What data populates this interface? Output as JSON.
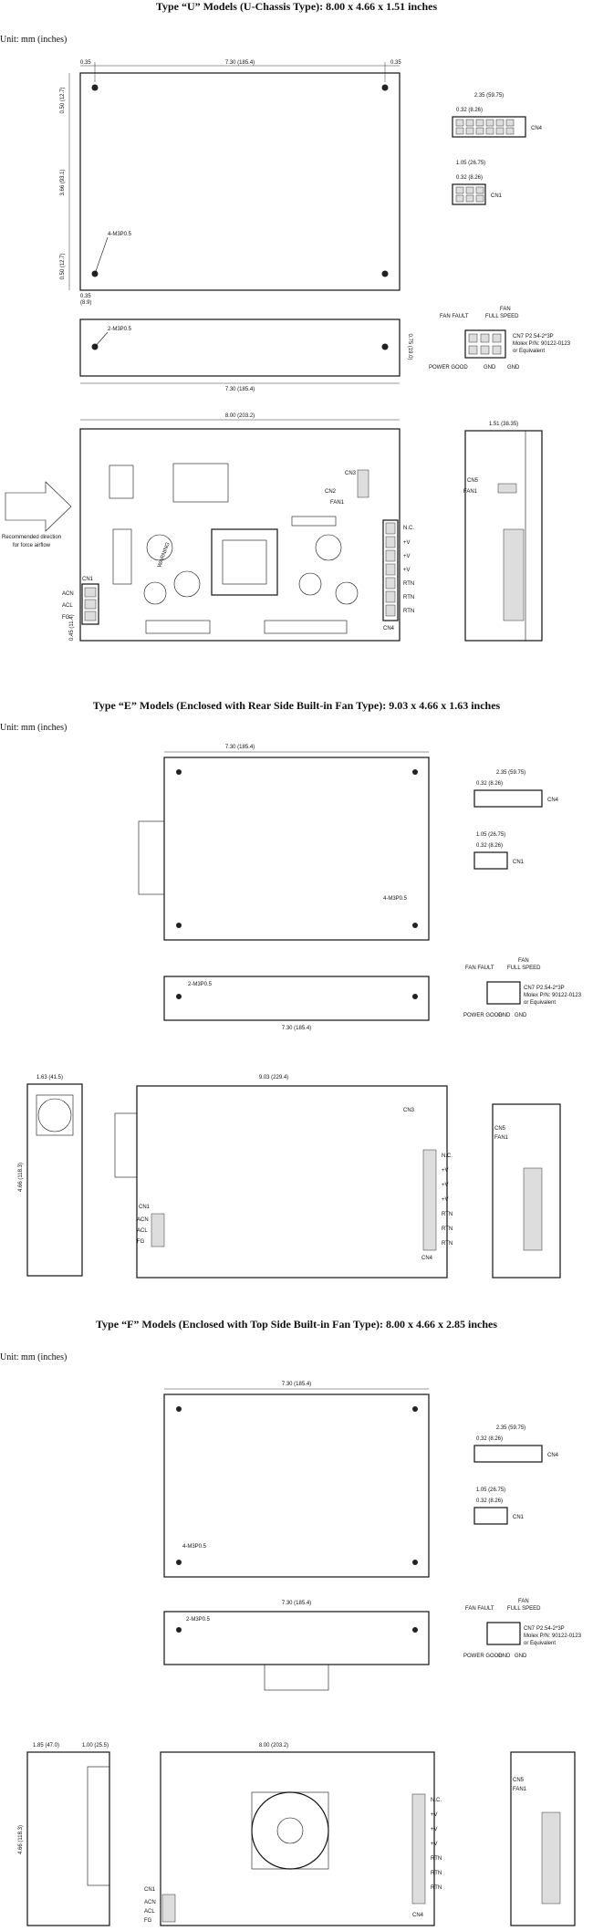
{
  "sections": [
    {
      "title": "Type “U” Models (U-Chassis Type): 8.00 x 4.66 x 1.51 inches",
      "unit": "Unit: mm (inches)",
      "top_view": {
        "width_label": "7.30 (185.4)",
        "left_offset": "0.35",
        "right_offset": "0.35",
        "top_edge": "0.50 (12.7)",
        "height_label": "3.66 (93.1)",
        "bottom_edge": "0.50 (12.7)",
        "hole_label": "4-M3P0.5",
        "offset_small_a": "0.35",
        "offset_small_b": "(8.9)"
      },
      "side_view": {
        "hole_label": "2-M3P0.5",
        "width_label": "7.30 (185.4)",
        "height_label": "0.75 (19.0)"
      },
      "front_view": {
        "width_label": "8.00 (203.2)",
        "airflow_label_1": "Recommended direction",
        "airflow_label_2": "for force airflow",
        "cn1_label": "CN1",
        "cn1_pins": [
          "ACN",
          "ACL",
          "FG"
        ],
        "cn3_label": "CN3",
        "cn2_label": "CN2",
        "fan1_label": "FAN1",
        "cn4_label": "CN4",
        "outputs": [
          "N.C.",
          "+V",
          "+V",
          "+V",
          "RTN",
          "RTN",
          "RTN"
        ],
        "bottom_height": "0.45 (11.4)",
        "warning": "WARNING"
      },
      "end_view": {
        "width_label": "1.51 (38.35)",
        "cn5_label": "CN5",
        "fan1_label": "FAN1"
      },
      "connectors": {
        "cn4": {
          "label": "CN4",
          "width": "2.35 (59.75)",
          "pitch": "0.32 (8.26)"
        },
        "cn1": {
          "label": "CN1",
          "width": "1.05 (26.75)",
          "pitch": "0.32 (8.26)"
        },
        "cn7": {
          "label": "CN7",
          "fan_fault": "FAN FAULT",
          "fan_full_1": "FAN",
          "fan_full_2": "FULL SPEED",
          "spec_1": "P2.54-2*3P",
          "spec_2": "Molex P/N: 90122-0123",
          "spec_3": "or Equivalent",
          "bottom_labels": [
            "POWER GOOD",
            "GND",
            "GND"
          ]
        }
      }
    },
    {
      "title": "Type “E” Models (Enclosed with Rear Side Built-in Fan Type): 9.03 x 4.66 x 1.63 inches",
      "unit": "Unit: mm (inches)",
      "top_view": {
        "width_label": "7.30 (185.4)",
        "hole_label": "4-M3P0.5"
      },
      "side_view": {
        "hole_label": "2-M3P0.5",
        "width_label": "7.30 (185.4)"
      },
      "front_view": {
        "width_label": "9.03 (229.4)",
        "end_width": "1.63 (41.5)",
        "height_label": "4.66 (118.3)",
        "cn1_label": "CN1",
        "cn1_pins": [
          "ACN",
          "ACL",
          "FG"
        ],
        "outputs": [
          "N.C.",
          "+V",
          "+V",
          "+V",
          "RTN",
          "RTN",
          "RTN"
        ],
        "cn4_label": "CN4",
        "cn3_label": "CN3"
      },
      "end_view": {
        "cn5_label": "CN5",
        "fan1_label": "FAN1"
      },
      "connectors": {
        "cn4": {
          "label": "CN4",
          "width": "2.35 (59.75)",
          "pitch": "0.32 (8.26)"
        },
        "cn1": {
          "label": "CN1",
          "width": "1.05 (26.75)",
          "pitch": "0.32 (8.26)"
        },
        "cn7": {
          "label": "CN7",
          "fan_fault": "FAN FAULT",
          "fan_full_1": "FAN",
          "fan_full_2": "FULL SPEED",
          "spec_1": "P2.54-2*3P",
          "spec_2": "Molex P/N: 90122-0123",
          "spec_3": "or Equivalent",
          "bottom_labels": [
            "POWER GOOD",
            "GND",
            "GND"
          ]
        }
      }
    },
    {
      "title": "Type “F” Models (Enclosed with Top Side Built-in Fan Type): 8.00 x 4.66 x 2.85 inches",
      "unit": "Unit: mm (inches)",
      "top_view": {
        "width_label": "7.30 (185.4)",
        "hole_label": "4-M3P0.5"
      },
      "side_view": {
        "hole_label": "2-M3P0.5",
        "width_label": "7.30 (185.4)"
      },
      "front_view": {
        "width_label": "8.00 (203.2)",
        "end_width_a": "1.85 (47.0)",
        "end_width_b": "1.00 (25.5)",
        "height_label": "4.66 (118.3)",
        "cn1_label": "CN1",
        "cn1_pins": [
          "ACN",
          "ACL",
          "FG"
        ],
        "outputs": [
          "N.C.",
          "+V",
          "+V",
          "+V",
          "RTN",
          "RTN",
          "RTN"
        ],
        "cn4_label": "CN4"
      },
      "end_view": {
        "cn5_label": "CN5",
        "fan1_label": "FAN1"
      },
      "connectors": {
        "cn4": {
          "label": "CN4",
          "width": "2.35 (59.75)",
          "pitch": "0.32 (8.26)"
        },
        "cn1": {
          "label": "CN1",
          "width": "1.05 (26.75)",
          "pitch": "0.32 (8.26)"
        },
        "cn7": {
          "label": "CN7",
          "fan_fault": "FAN FAULT",
          "fan_full_1": "FAN",
          "fan_full_2": "FULL SPEED",
          "spec_1": "P2.54-2*3P",
          "spec_2": "Molex P/N: 90122-0123",
          "spec_3": "or Equivalent",
          "bottom_labels": [
            "POWER GOOD",
            "GND",
            "GND"
          ]
        }
      }
    }
  ]
}
